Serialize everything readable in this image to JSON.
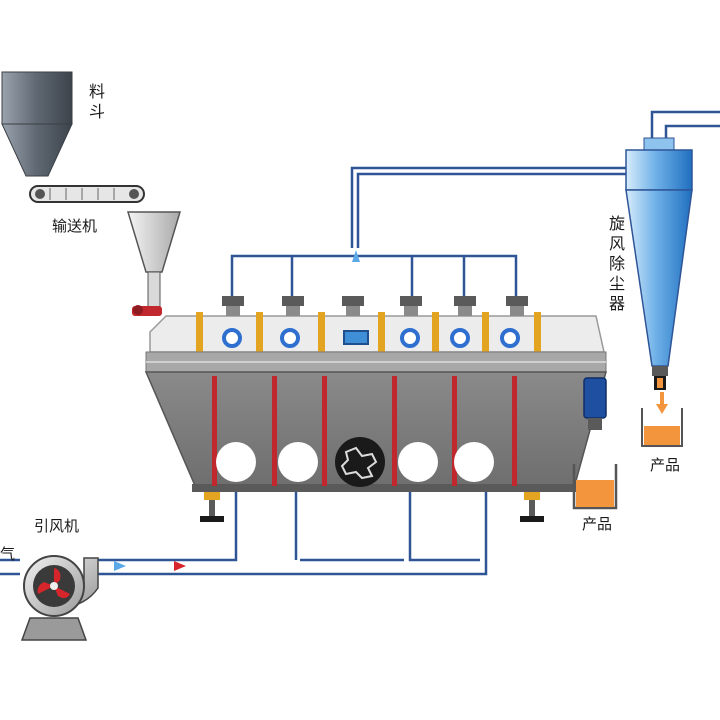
{
  "labels": {
    "hopper": "料斗",
    "conveyor": "输送机",
    "cyclone": "旋风除尘器",
    "fan": "引风机",
    "air": "气",
    "product_cyclone": "产品",
    "product_dryer": "产品"
  },
  "colors": {
    "pipe": "#2f5597",
    "dryer_body": "#7f7f7f",
    "dryer_top": "#e8e8e8",
    "cyclone_blue": "#3f8fd6",
    "post_red": "#c0282d",
    "post_gold": "#e3a422",
    "product_orange": "#f2953c"
  }
}
